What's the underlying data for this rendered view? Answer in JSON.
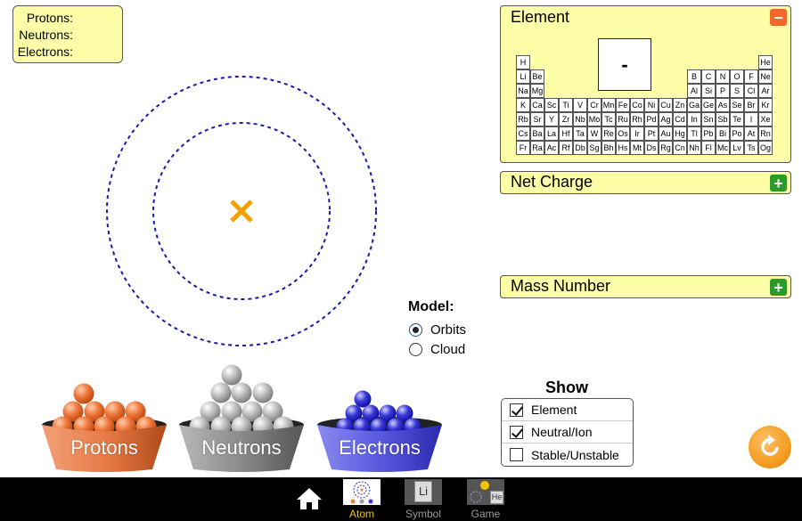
{
  "counts": {
    "protons_label": "Protons:",
    "neutrons_label": "Neutrons:",
    "electrons_label": "Electrons:"
  },
  "model": {
    "title": "Model:",
    "options": [
      {
        "label": "Orbits",
        "selected": true
      },
      {
        "label": "Cloud",
        "selected": false
      }
    ]
  },
  "buckets": {
    "protons": "Protons",
    "neutrons": "Neutrons",
    "electrons": "Electrons"
  },
  "colors": {
    "panel_bg": "#fefea8",
    "proton": "#f07a3e",
    "neutron": "#a8a8a8",
    "electron": "#3a3ad8",
    "orbit": "#1a1aa8",
    "nucleus_marker": "#f5a000",
    "nav_active": "#f5c400"
  },
  "element_panel": {
    "title": "Element",
    "toggle": "−",
    "symbol": "-",
    "rows": [
      [
        "H",
        "",
        "",
        "",
        "",
        "",
        "",
        "",
        "",
        "",
        "",
        "",
        "",
        "",
        "",
        "",
        "",
        "He"
      ],
      [
        "Li",
        "Be",
        "",
        "",
        "",
        "",
        "",
        "",
        "",
        "",
        "",
        "",
        "B",
        "C",
        "N",
        "O",
        "F",
        "Ne"
      ],
      [
        "Na",
        "Mg",
        "",
        "",
        "",
        "",
        "",
        "",
        "",
        "",
        "",
        "",
        "Al",
        "Si",
        "P",
        "S",
        "Cl",
        "Ar"
      ],
      [
        "K",
        "Ca",
        "Sc",
        "Ti",
        "V",
        "Cr",
        "Mn",
        "Fe",
        "Co",
        "Ni",
        "Cu",
        "Zn",
        "Ga",
        "Ge",
        "As",
        "Se",
        "Br",
        "Kr"
      ],
      [
        "Rb",
        "Sr",
        "Y",
        "Zr",
        "Nb",
        "Mo",
        "Tc",
        "Ru",
        "Rh",
        "Pd",
        "Ag",
        "Cd",
        "In",
        "Sn",
        "Sb",
        "Te",
        "I",
        "Xe"
      ],
      [
        "Cs",
        "Ba",
        "La",
        "Hf",
        "Ta",
        "W",
        "Re",
        "Os",
        "Ir",
        "Pt",
        "Au",
        "Hg",
        "Tl",
        "Pb",
        "Bi",
        "Po",
        "At",
        "Rn"
      ],
      [
        "Fr",
        "Ra",
        "Ac",
        "Rf",
        "Db",
        "Sg",
        "Bh",
        "Hs",
        "Mt",
        "Ds",
        "Rg",
        "Cn",
        "Nh",
        "Fl",
        "Mc",
        "Lv",
        "Ts",
        "Og"
      ]
    ]
  },
  "net_charge": {
    "title": "Net Charge",
    "toggle": "+"
  },
  "mass_number": {
    "title": "Mass Number",
    "toggle": "+"
  },
  "show": {
    "title": "Show",
    "options": [
      {
        "label": "Element",
        "checked": true
      },
      {
        "label": "Neutral/Ion",
        "checked": true
      },
      {
        "label": "Stable/Unstable",
        "checked": false
      }
    ]
  },
  "nav": {
    "tabs": [
      {
        "label": "Atom",
        "active": true
      },
      {
        "label": "Symbol",
        "active": false,
        "thumb_text": "Li"
      },
      {
        "label": "Game",
        "active": false,
        "thumb_text": "He"
      }
    ]
  }
}
